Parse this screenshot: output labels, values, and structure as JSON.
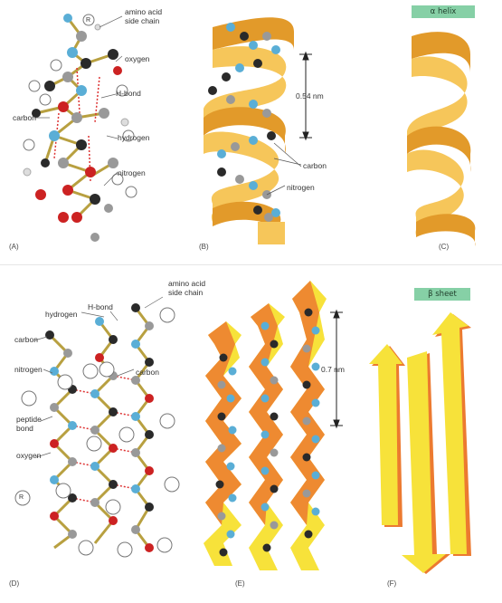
{
  "panels": {
    "A": {
      "letter": "(A)",
      "labels": {
        "side_chain": "amino acid\nside chain",
        "oxygen": "oxygen",
        "hbond": "H-bond",
        "carbon": "carbon",
        "hydrogen": "hydrogen",
        "nitrogen": "nitrogen",
        "r": "R"
      }
    },
    "B": {
      "letter": "(B)",
      "labels": {
        "pitch": "0.54 nm",
        "carbon": "carbon",
        "nitrogen": "nitrogen"
      }
    },
    "C": {
      "letter": "(C)",
      "badge": "α helix"
    },
    "D": {
      "letter": "(D)",
      "labels": {
        "side_chain": "amino acid\nside chain",
        "hbond": "H-bond",
        "hydrogen": "hydrogen",
        "carbon_left": "carbon",
        "carbon_right": "carbon",
        "nitrogen": "nitrogen",
        "peptide": "peptide\nbond",
        "oxygen": "oxygen",
        "r": "R"
      }
    },
    "E": {
      "letter": "(E)",
      "labels": {
        "repeat": "0.7 nm"
      }
    },
    "F": {
      "letter": "(F)",
      "badge": "β sheet"
    }
  },
  "colors": {
    "ribbon_light": "#f6c65a",
    "ribbon_dark": "#e29a2a",
    "arrow_yellow": "#f7e23a",
    "arrow_orange": "#ec7a30",
    "carbon": "#2a2a2a",
    "nitrogen": "#5aaed6",
    "oxygen": "#cc2222",
    "hydrogen": "#dcdcdc",
    "badge": "#86d0a6"
  }
}
